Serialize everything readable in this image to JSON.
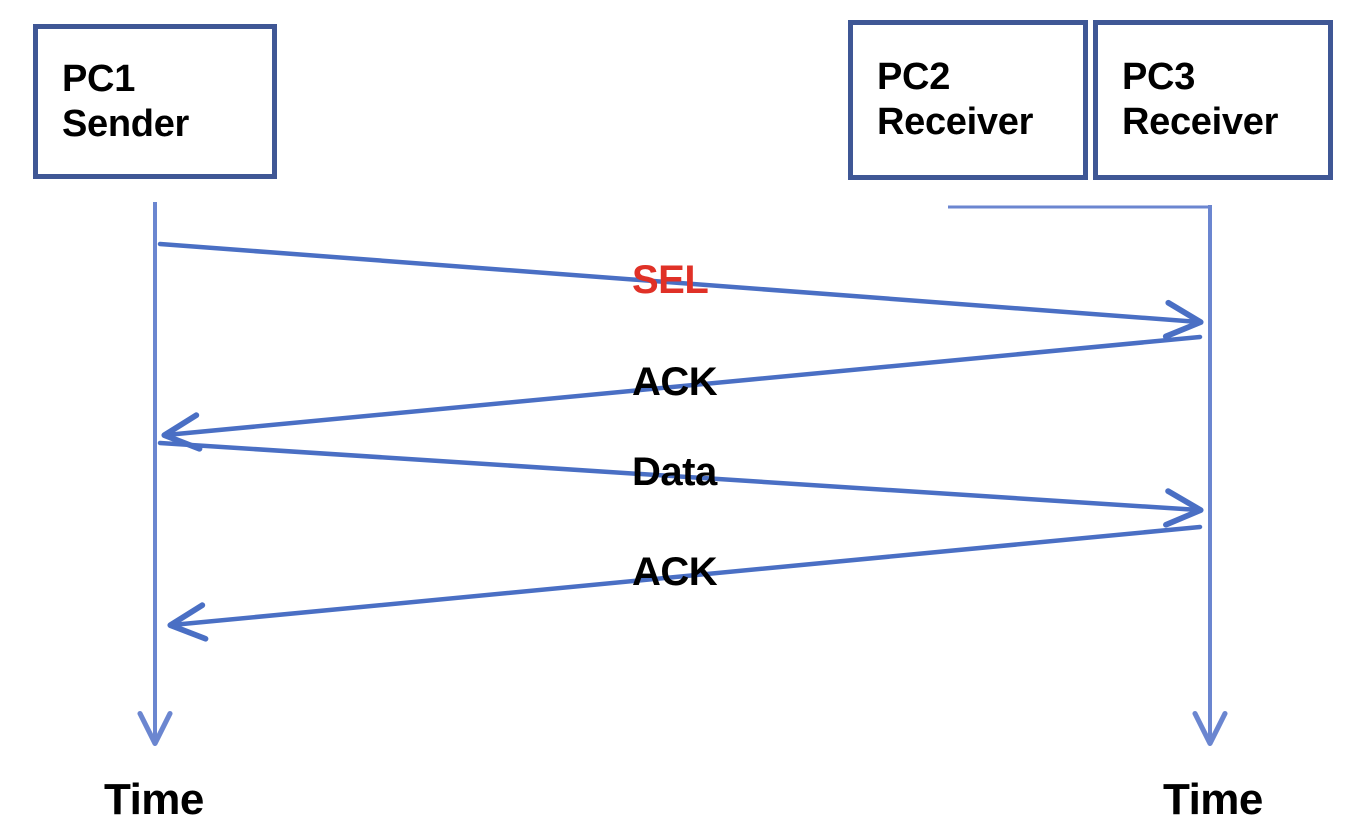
{
  "diagram": {
    "title": "Sequence diagram of SEL/ACK/Data/ACK exchange",
    "type": "sequence-diagram",
    "colors": {
      "box_border": "#3F5795",
      "lifeline": "#6B86D0",
      "message_line": "#4A6FC4",
      "label_text": "#000000",
      "highlight_text": "#E03127",
      "background": "#FFFFFF"
    },
    "nodes": [
      {
        "id": "pc1",
        "name_line1": "PC1",
        "name_line2": "Sender"
      },
      {
        "id": "pc2",
        "name_line1": "PC2",
        "name_line2": "Receiver"
      },
      {
        "id": "pc3",
        "name_line1": "PC3",
        "name_line2": "Receiver"
      }
    ],
    "messages": [
      {
        "id": "m1",
        "label": "SEL",
        "from": "pc1",
        "to": "pc3",
        "direction": "right",
        "highlight": true
      },
      {
        "id": "m2",
        "label": "ACK",
        "from": "pc3",
        "to": "pc1",
        "direction": "left",
        "highlight": false
      },
      {
        "id": "m3",
        "label": "Data",
        "from": "pc1",
        "to": "pc3",
        "direction": "right",
        "highlight": false
      },
      {
        "id": "m4",
        "label": "ACK",
        "from": "pc3",
        "to": "pc1",
        "direction": "left",
        "highlight": false
      }
    ],
    "axis_labels": {
      "left": "Time",
      "right": "Time"
    }
  }
}
